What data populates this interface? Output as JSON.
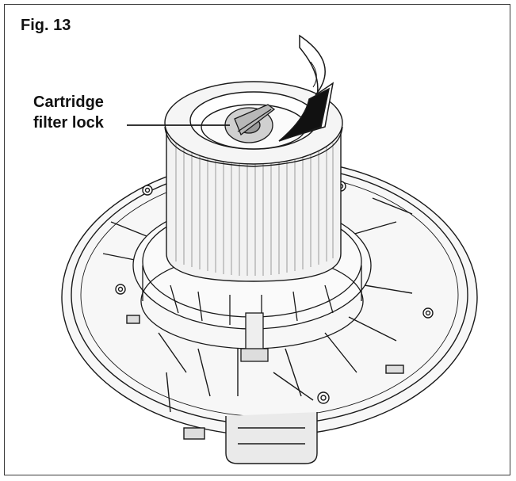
{
  "figure": {
    "title": "Fig. 13",
    "callout_line1": "Cartridge",
    "callout_line2": "filter lock"
  },
  "colors": {
    "line": "#1a1a1a",
    "shade": "#cfcfcf",
    "dark": "#222222",
    "frame": "#3a3a3a"
  },
  "icons": [
    "rotation-arrow-icon",
    "filter-lock-knob-icon"
  ]
}
